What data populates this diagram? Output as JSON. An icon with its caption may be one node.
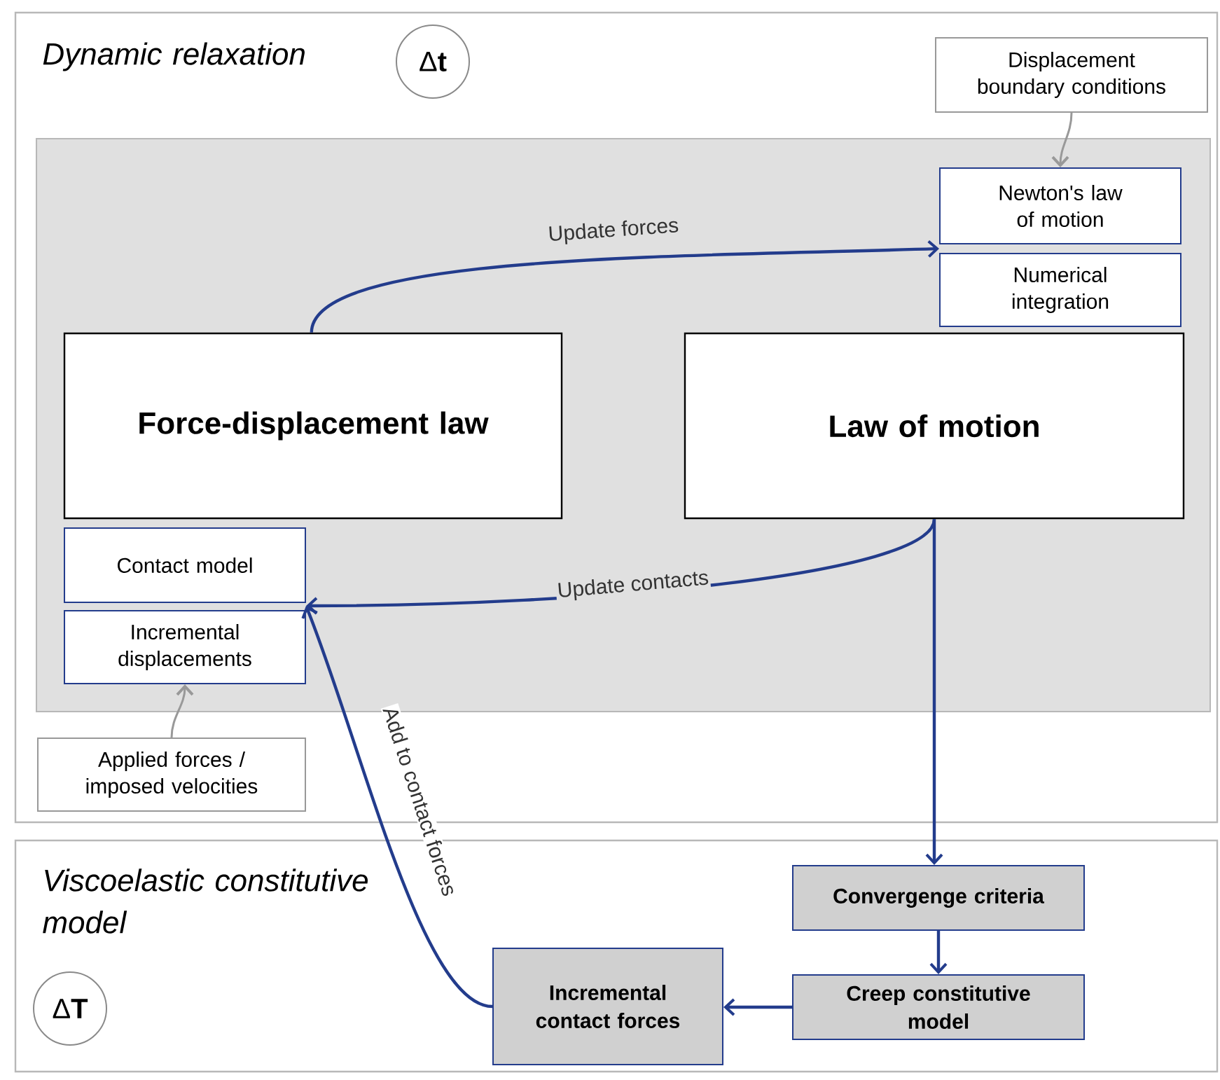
{
  "diagram": {
    "nodes": [
      {
        "text": [
          "Dynamic relaxation"
        ]
      },
      {
        "text": [
          "Δ**t**"
        ],
        "in": 0
      },
      {
        "text": [
          "Displacement boundary conditions"
        ],
        "in": 0
      },
      {
        "text": [],
        "shape": "box",
        "in": 0
      },
      {
        "text": [
          "Newton's law of motion"
        ],
        "in": 3
      },
      {
        "text": [
          "Numerical integration"
        ],
        "in": 3
      },
      {
        "text": [
          "Force-displacement law"
        ],
        "in": 3
      },
      {
        "text": [
          "Law of motion"
        ],
        "in": 3
      },
      {
        "text": [
          "Contact model"
        ],
        "in": 3
      },
      {
        "text": [
          "Incremental displacements"
        ],
        "in": 3
      },
      {
        "text": [
          "Applied forces / imposed velocities"
        ],
        "in": 0
      },
      {
        "text": [
          "Viscoelastic constitutive model"
        ]
      },
      {
        "text": [
          "Δ**T**"
        ],
        "in": 11
      },
      {
        "text": [
          "Convergenge criteria"
        ],
        "in": 11
      },
      {
        "text": [
          "Incremental contact forces"
        ],
        "in": 11
      },
      {
        "text": [
          "Creep constitutive model"
        ],
        "in": 11
      }
    ],
    "edges": [
      {
        "from": 2,
        "to": 4,
        "arrow": "to",
        "color": "#999999"
      },
      {
        "from": 6,
        "to": 4,
        "arrow": "to",
        "label": "Update forces"
      },
      {
        "from": 7,
        "to": 8,
        "arrow": "to",
        "label": "Update contacts"
      },
      {
        "from": 10,
        "to": 9,
        "arrow": "to",
        "color": "#999999"
      },
      {
        "from": 7,
        "to": 13,
        "arrow": "to"
      },
      {
        "from": 13,
        "to": 15,
        "arrow": "to"
      },
      {
        "from": 15,
        "to": 14,
        "arrow": "to"
      },
      {
        "from": 14,
        "to": 8,
        "arrow": "to",
        "label": "Add to contact forces"
      }
    ]
  }
}
